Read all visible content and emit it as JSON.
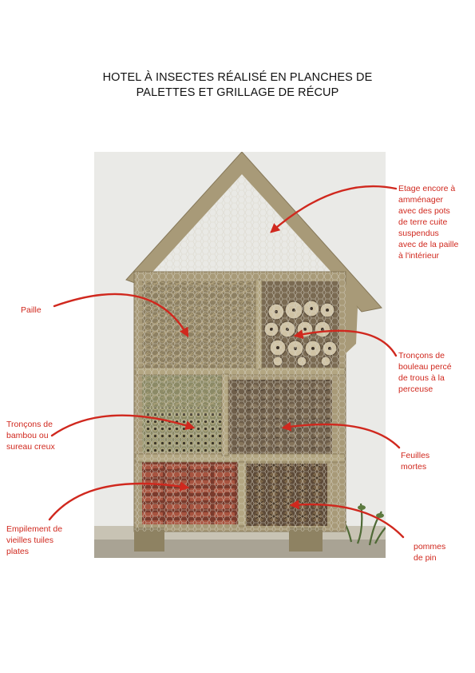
{
  "title": {
    "line1": "HOTEL À INSECTES RÉALISÉ EN PLANCHES DE",
    "line2": "PALETTES ET GRILLAGE DE RÉCUP"
  },
  "labels": {
    "etage": [
      "Etage encore à",
      "amménager",
      "avec des pots",
      "de terre cuite",
      "suspendus",
      "avec de la paille",
      "à l'intérieur"
    ],
    "paille": [
      "Paille"
    ],
    "troncons_bouleau": [
      "Tronçons de",
      "bouleau percé",
      "de trous à la",
      "perceuse"
    ],
    "troncons_bambou": [
      "Tronçons de",
      "bambou ou",
      "sureau creux"
    ],
    "feuilles": [
      "Feuilles",
      "mortes"
    ],
    "tuiles": [
      "Empilement de",
      "vieilles tuiles",
      "plates"
    ],
    "pommes": [
      "pommes",
      "de pin"
    ]
  },
  "colors": {
    "annotation": "#d0281e",
    "wall": "#eeeeec",
    "wood": "#a89a78",
    "straw": "#8d8062",
    "birch": "#7a6a52",
    "bamboo": "#8b8a66",
    "leaves": "#6e5e4a",
    "tiles": "#9a4a38",
    "pinecones": "#5d4a38",
    "ground": "#b8b2a2"
  }
}
